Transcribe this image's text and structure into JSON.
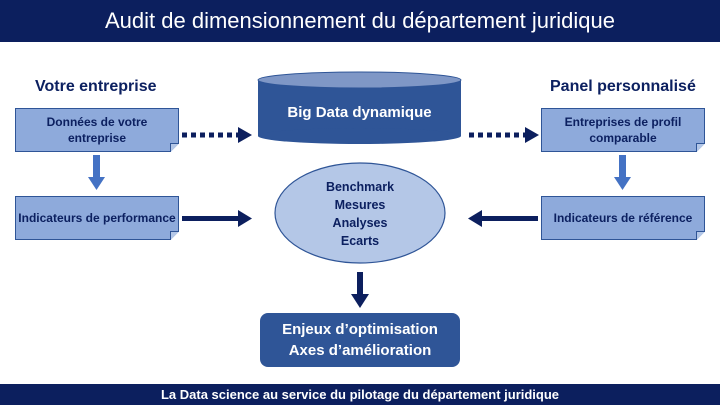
{
  "title": "Audit de dimensionnement du département juridique",
  "footer": "La Data science au service du pilotage du département juridique",
  "left": {
    "heading": "Votre entreprise",
    "box1": "Données de votre entreprise",
    "box2": "Indicateurs de performance"
  },
  "right": {
    "heading": "Panel personnalisé",
    "box1": "Entreprises de profil comparable",
    "box2": "Indicateurs de référence"
  },
  "center": {
    "cylinder": "Big Data dynamique",
    "ellipse": [
      "Benchmark",
      "Mesures",
      "Analyses",
      "Ecarts"
    ],
    "result": [
      "Enjeux d’optimisation",
      "Axes d’amélioration"
    ]
  },
  "colors": {
    "navy": "#0c1f5e",
    "box": "#8eaadb",
    "accent": "#2f5597",
    "ellipse": "#b4c7e7"
  }
}
